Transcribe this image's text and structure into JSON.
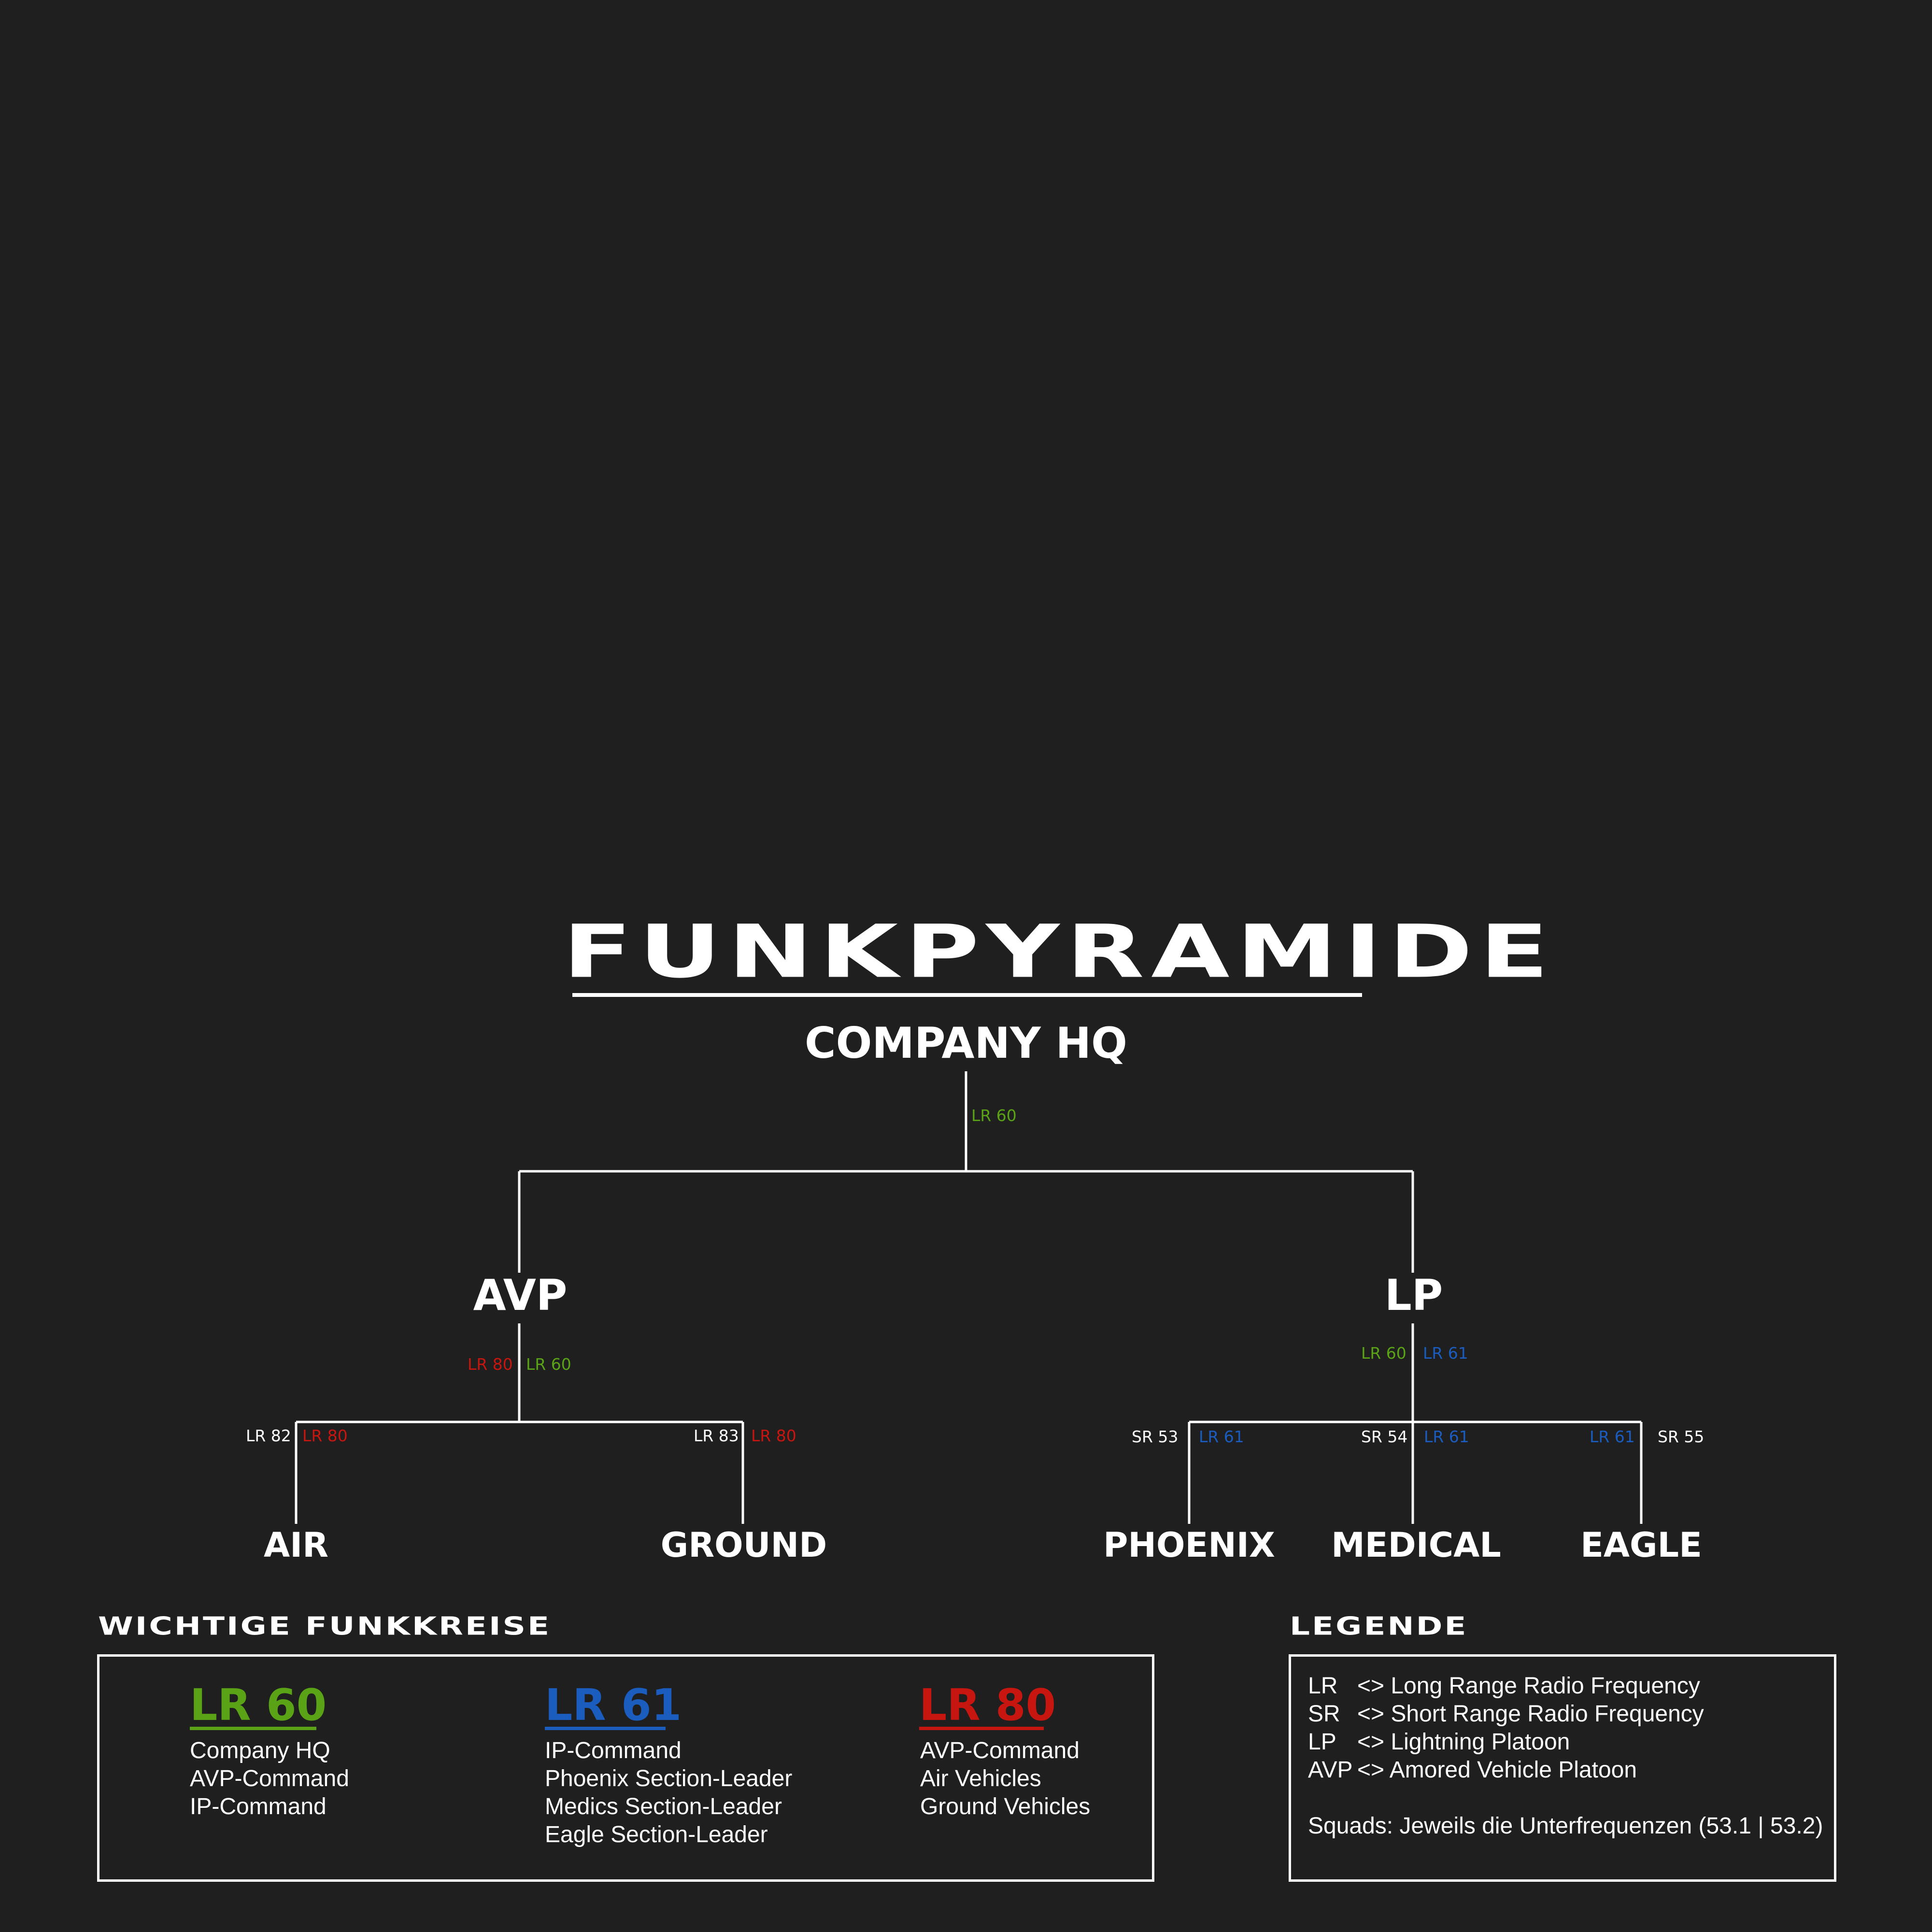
{
  "title": "FUNKPYRAMIDE",
  "colors": {
    "green": "#5aa317",
    "blue": "#1b5cbf",
    "red": "#c7160f",
    "white": "#ffffff",
    "background": "#1f1f20"
  },
  "nodes": {
    "hq": "COMPANY HQ",
    "avp": "AVP",
    "lp": "LP",
    "air": "AIR",
    "ground": "GROUND",
    "phoenix": "PHOENIX",
    "medical": "MEDICAL",
    "eagle": "EAGLE"
  },
  "frequencies": {
    "hq_down": "LR 60",
    "avp_red": "LR 80",
    "avp_green": "LR 60",
    "lp_green": "LR 60",
    "lp_blue": "LR 61",
    "air_white": "LR 82",
    "air_red": "LR 80",
    "ground_white": "LR 83",
    "ground_red": "LR 80",
    "phoenix_white": "SR 53",
    "phoenix_blue": "LR 61",
    "medical_white": "SR 54",
    "medical_blue": "LR 61",
    "eagle_blue": "LR 61",
    "eagle_white": "SR 55"
  },
  "circles_section": {
    "heading": "WICHTIGE FUNKKREISE",
    "columns": [
      {
        "title": "LR 60",
        "color": "green",
        "items": [
          "Company HQ",
          "AVP-Command",
          "IP-Command"
        ]
      },
      {
        "title": "LR 61",
        "color": "blue",
        "items": [
          "IP-Command",
          "Phoenix Section-Leader",
          "Medics Section-Leader",
          "Eagle Section-Leader"
        ]
      },
      {
        "title": "LR 80",
        "color": "red",
        "items": [
          "AVP-Command",
          "Air Vehicles",
          "Ground Vehicles"
        ]
      }
    ]
  },
  "legend_section": {
    "heading": "LEGENDE",
    "rows": [
      {
        "abbr": "LR",
        "desc": "<> Long Range Radio Frequency"
      },
      {
        "abbr": "SR",
        "desc": "<> Short Range Radio Frequency"
      },
      {
        "abbr": "LP",
        "desc": "<>  Lightning Platoon"
      },
      {
        "abbr": "AVP",
        "desc": "<> Amored Vehicle Platoon"
      }
    ],
    "note": "Squads: Jeweils die Unterfrequenzen (53.1 | 53.2)"
  }
}
